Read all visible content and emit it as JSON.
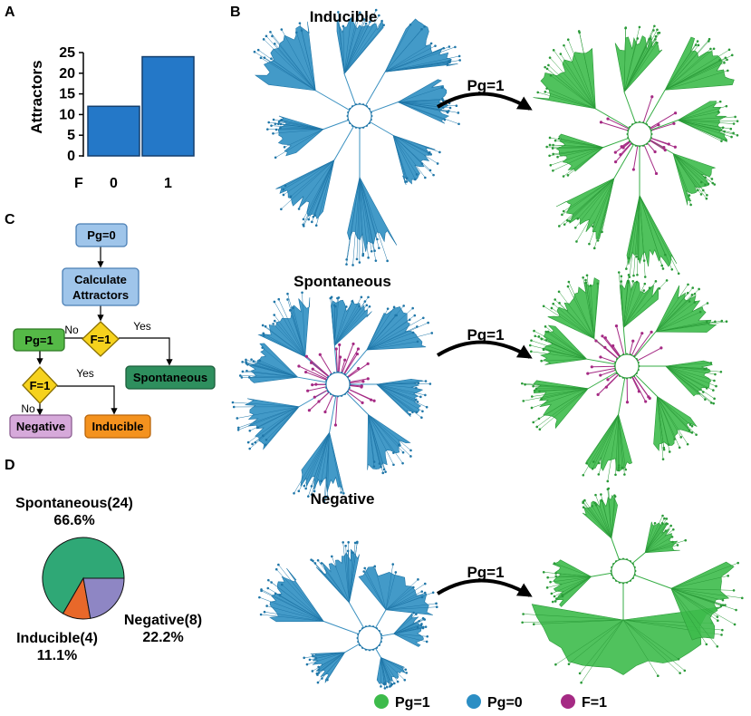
{
  "panels": {
    "a": "A",
    "b": "B",
    "c": "C",
    "d": "D"
  },
  "colors": {
    "bar": "#2478c8",
    "bar_edge": "#143f6e",
    "green": "#3dbb4b",
    "blue": "#2b8ec4",
    "magenta": "#a52a84",
    "box_blue": "#9fc5ea",
    "box_blue_edge": "#4b7fb5",
    "box_green": "#55b947",
    "box_green_dark": "#2e8f5e",
    "box_yellow": "#f6d21d",
    "box_purple": "#d6a9da",
    "box_orange": "#f4921e",
    "pie_spont": "#2fa876",
    "pie_ind": "#e8682a",
    "pie_neg": "#8e86c4"
  },
  "chart_data": [
    {
      "type": "bar",
      "ylabel": "Attractors",
      "xlabel": "F",
      "categories": [
        "0",
        "1"
      ],
      "values": [
        12,
        24
      ],
      "ylim": [
        0,
        25
      ],
      "yticks": [
        "0",
        "5",
        "10",
        "15",
        "20",
        "25"
      ]
    },
    {
      "type": "pie",
      "labels": [
        "Spontaneous(24)",
        "Inducible(4)",
        "Negative(8)"
      ],
      "values": [
        24,
        4,
        8
      ],
      "percents": [
        "66.6%",
        "11.1%",
        "22.2%"
      ]
    }
  ],
  "flowchart": {
    "start": "Pg=0",
    "calc_line1": "Calculate",
    "calc_line2": "Attractors",
    "decision1": "F=1",
    "no1": "No",
    "yes1": "Yes",
    "pg1": "Pg=1",
    "decision2": "F=1",
    "no2": "No",
    "yes2": "Yes",
    "spontaneous": "Spontaneous",
    "negative": "Negative",
    "inducible": "Inducible"
  },
  "networks": {
    "rows": [
      "Inducible",
      "Spontaneous",
      "Negative"
    ],
    "arrow_label": "Pg=1"
  },
  "legend": [
    {
      "label": "Pg=1",
      "color": "#3dbb4b"
    },
    {
      "label": "Pg=0",
      "color": "#2b8ec4"
    },
    {
      "label": "F=1",
      "color": "#a52a84"
    }
  ]
}
